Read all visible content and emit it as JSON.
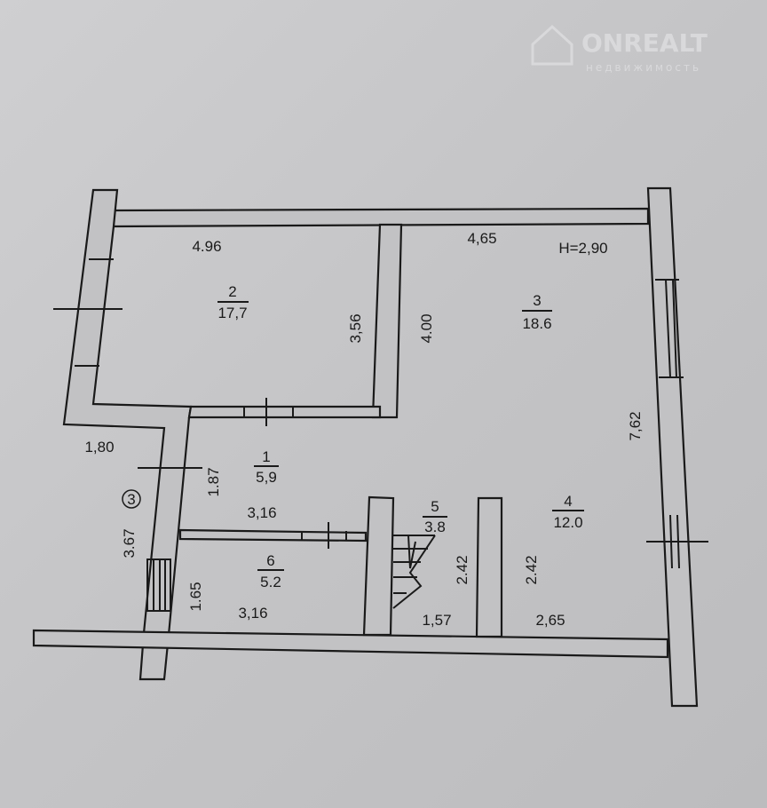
{
  "watermark": {
    "brand": "ONREALT",
    "tagline": "недвижимость"
  },
  "plan": {
    "height_note": "H=2,90",
    "rooms": [
      {
        "number": "1",
        "area": "5,9"
      },
      {
        "number": "2",
        "area": "17,7"
      },
      {
        "number": "3",
        "area": "18.6"
      },
      {
        "number": "4",
        "area": "12.0"
      },
      {
        "number": "5",
        "area": "3.8"
      },
      {
        "number": "6",
        "area": "5.2"
      }
    ],
    "dimensions": {
      "room2_width": "4.96",
      "room3_width": "4,65",
      "room2_height": "3,56",
      "room3_height": "4.00",
      "right_wall": "7,62",
      "corridor_left": "1,80",
      "room1_height": "1.87",
      "room1_width": "3,16",
      "left_wall": "3.67",
      "room6_height": "1.65",
      "room6_width": "3,16",
      "stair_width": "1,57",
      "room4_width": "2,65",
      "stair_height": "2.42",
      "room4_height": "2.42"
    },
    "axis_marker": "3"
  }
}
